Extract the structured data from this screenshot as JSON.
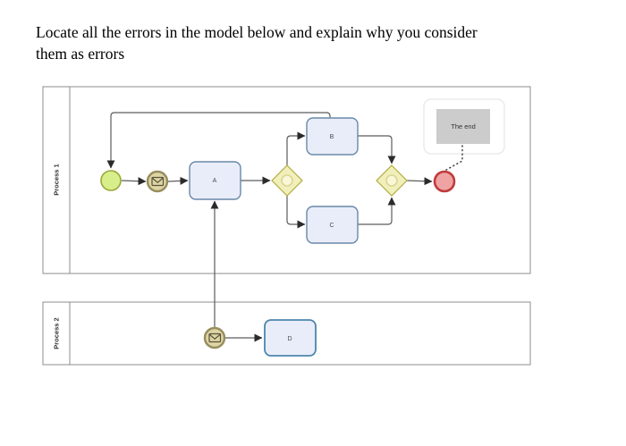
{
  "title": {
    "line1": "Locate all the errors in the model below and explain why you consider",
    "line2": "them as errors"
  },
  "diagram": {
    "pools": [
      {
        "label": "Process 1"
      },
      {
        "label": "Process 2"
      }
    ],
    "tasks": [
      {
        "label": "A"
      },
      {
        "label": "B"
      },
      {
        "label": "C"
      },
      {
        "label": "D"
      }
    ],
    "annotation": {
      "label": "The end"
    },
    "icons": {
      "message": "envelope-icon",
      "gateway_marker": "inclusive-circle-marker"
    }
  },
  "colors": {
    "start_fill": "#d8ee8b",
    "start_stroke": "#9aa73a",
    "message_fill": "#ded5a5",
    "message_stroke": "#978d5e",
    "message_icon": "#57533b",
    "task_fill": "#e9edf9",
    "task_stroke": "#6889a8",
    "task_d_stroke": "#4d86ad",
    "gateway_fill": "#f1efbb",
    "gateway_stroke": "#b3ac3f",
    "gateway_marker_fill": "#f9f7d8",
    "gateway_marker_stroke": "#dcd694",
    "end_fill": "#efa3a3",
    "end_stroke": "#bf3b3b",
    "flow": "#5c5c5c",
    "annotation_fill": "#cccccc",
    "annotation_frame": "#e6e6e6"
  }
}
